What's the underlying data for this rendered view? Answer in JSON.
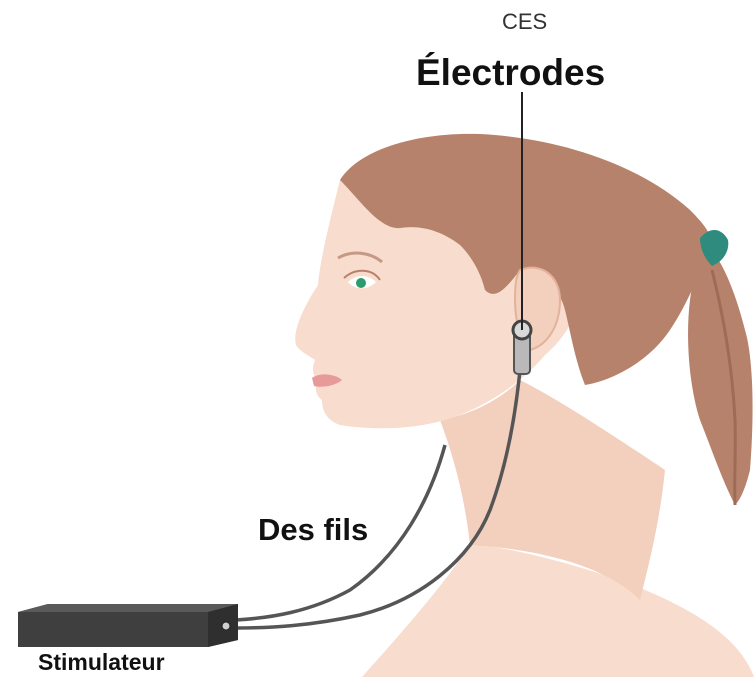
{
  "labels": {
    "technique": "CES",
    "electrodes": "Électrodes",
    "wires": "Des fils",
    "stimulator": "Stimulateur"
  },
  "colors": {
    "skin": "#f8dccd",
    "skin_shadow": "#ecc2ad",
    "hair": "#b7826b",
    "hair_dark": "#9d6b56",
    "hair_tie": "#2f8b7e",
    "lips": "#e79a9a",
    "eye": "#2d9b6b",
    "device": "#4a4a4a",
    "wire": "#555555"
  },
  "icons": {
    "person": "woman-profile-illustration",
    "device": "stimulator-box",
    "electrode": "ear-clip-electrode"
  }
}
